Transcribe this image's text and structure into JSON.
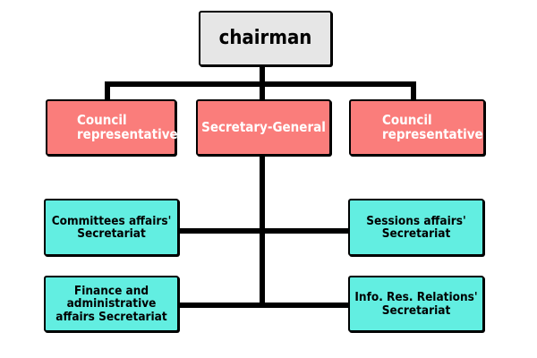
{
  "diagram": {
    "chairman": "chairman",
    "council_rep_left": "Council\nrepresentative",
    "secretary_general": "Secretary-General",
    "council_rep_right": "Council\nrepresentative",
    "committees": "Committees affairs'\nSecretariat",
    "sessions": "Sessions affairs'\nSecretariat",
    "finance": "Finance and administrative\naffairs Secretariat",
    "info": "Info. Res. Relations'\nSecretariat"
  },
  "colors": {
    "top_box": "#e6e6e6",
    "second_row": "#fa7d7b",
    "secretariats": "#62eee1",
    "connector": "#000000"
  }
}
